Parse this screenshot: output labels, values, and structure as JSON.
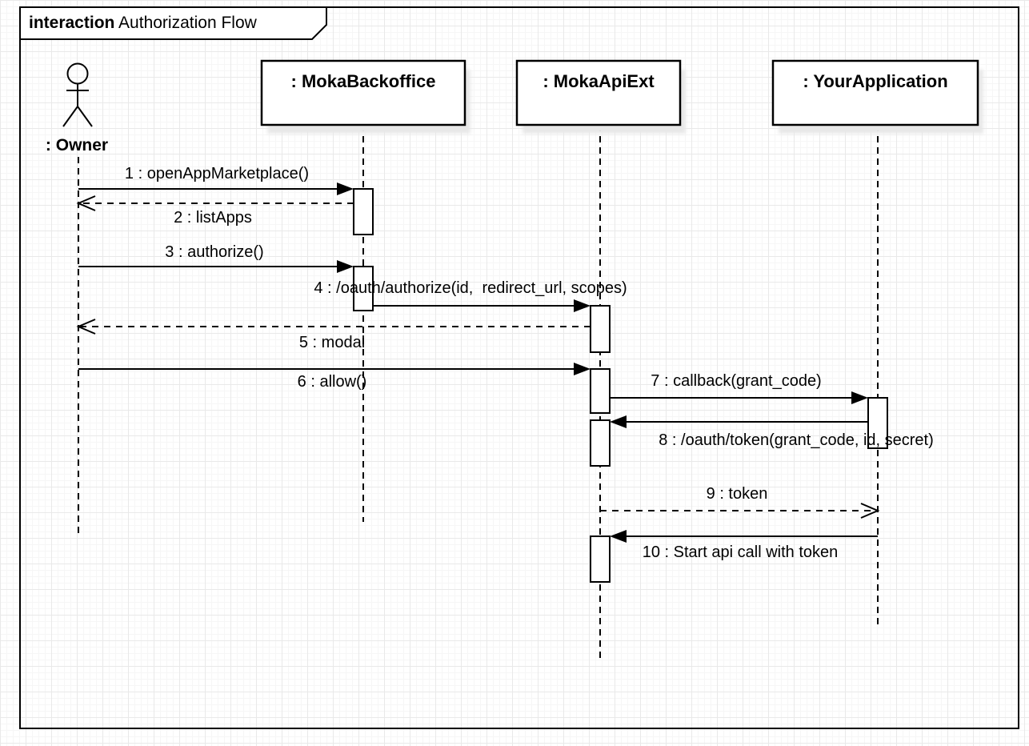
{
  "frame": {
    "keyword": "interaction",
    "title": "Authorization Flow"
  },
  "actor": {
    "label": ": Owner"
  },
  "lifelines": [
    {
      "label": ": MokaBackoffice"
    },
    {
      "label": ": MokaApiExt"
    },
    {
      "label": ": YourApplication"
    }
  ],
  "messages": [
    {
      "label": "1 : openAppMarketplace()",
      "type": "sync",
      "from": ": Owner",
      "to": ": MokaBackoffice"
    },
    {
      "label": "2 : listApps",
      "type": "return",
      "from": ": MokaBackoffice",
      "to": ": Owner"
    },
    {
      "label": "3 : authorize()",
      "type": "sync",
      "from": ": Owner",
      "to": ": MokaBackoffice"
    },
    {
      "label": "4 : /oauth/authorize(id,  redirect_url, scopes)",
      "type": "sync",
      "from": ": MokaBackoffice",
      "to": ": MokaApiExt"
    },
    {
      "label": "5 : modal",
      "type": "return",
      "from": ": MokaApiExt",
      "to": ": Owner"
    },
    {
      "label": "6 : allow()",
      "type": "sync",
      "from": ": Owner",
      "to": ": MokaApiExt"
    },
    {
      "label": "7 : callback(grant_code)",
      "type": "sync",
      "from": ": MokaApiExt",
      "to": ": YourApplication"
    },
    {
      "label": "8 : /oauth/token(grant_code, id, secret)",
      "type": "sync",
      "from": ": YourApplication",
      "to": ": MokaApiExt"
    },
    {
      "label": "9 : token",
      "type": "return",
      "from": ": MokaApiExt",
      "to": ": YourApplication"
    },
    {
      "label": "10 : Start api call with token",
      "type": "sync",
      "from": ": YourApplication",
      "to": ": MokaApiExt"
    }
  ],
  "colors": {
    "stroke": "#000000",
    "fill": "#ffffff",
    "shadow": "#e8e8e8",
    "grid_major": "#e9e9e9",
    "grid_minor": "#f6f6f6"
  }
}
